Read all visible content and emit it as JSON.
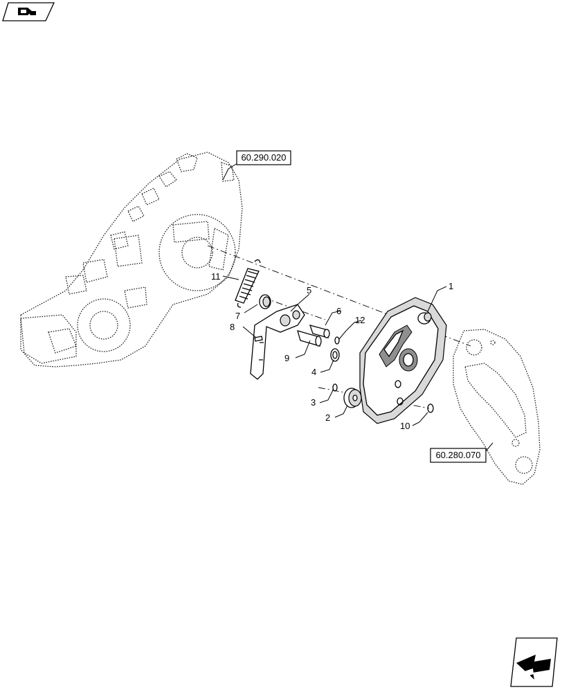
{
  "diagram": {
    "callouts": [
      {
        "id": "c1",
        "text": "1"
      },
      {
        "id": "c2",
        "text": "2"
      },
      {
        "id": "c3",
        "text": "3"
      },
      {
        "id": "c4",
        "text": "4"
      },
      {
        "id": "c5",
        "text": "5"
      },
      {
        "id": "c6",
        "text": "6"
      },
      {
        "id": "c7",
        "text": "7"
      },
      {
        "id": "c8",
        "text": "8"
      },
      {
        "id": "c9",
        "text": "9"
      },
      {
        "id": "c10",
        "text": "10"
      },
      {
        "id": "c11",
        "text": "11"
      },
      {
        "id": "c12",
        "text": "12"
      }
    ],
    "references": [
      {
        "id": "ref1",
        "text": "60.290.020"
      },
      {
        "id": "ref2",
        "text": "60.280.070"
      }
    ],
    "icons": {
      "top_left": "open-book-icon",
      "bottom_right": "next-page-arrow-icon"
    }
  }
}
